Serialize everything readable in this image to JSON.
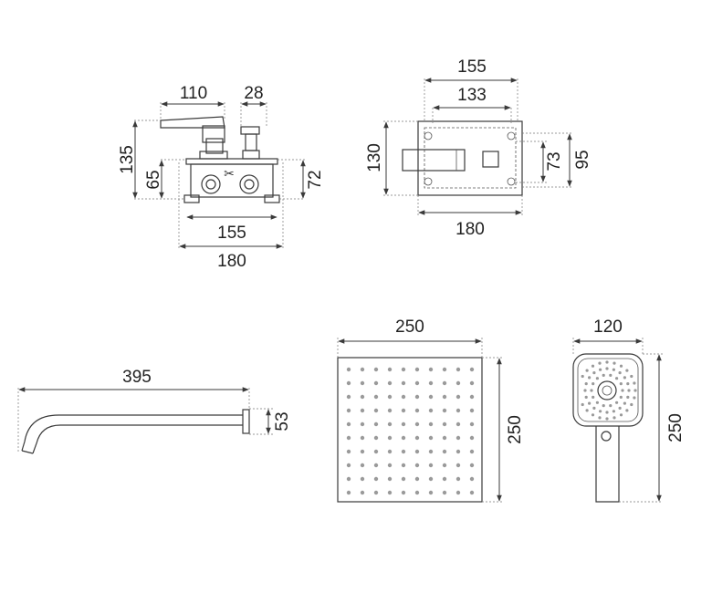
{
  "diverter_front": {
    "dim_handle_width": "110",
    "dim_knob_width": "28",
    "dim_total_height": "135",
    "dim_box_height": "65",
    "dim_box_height_right": "72",
    "dim_inner_width": "155",
    "dim_outer_width": "180"
  },
  "diverter_plate": {
    "dim_outer_top": "155",
    "dim_inner_top": "133",
    "dim_height": "130",
    "dim_inner_height": "73",
    "dim_outer_height": "95",
    "dim_width": "180"
  },
  "shower_arm": {
    "dim_length": "395",
    "dim_flange": "53"
  },
  "rain_head": {
    "dim_width": "250",
    "dim_height": "250"
  },
  "hand_shower": {
    "dim_width": "120",
    "dim_height": "250"
  }
}
